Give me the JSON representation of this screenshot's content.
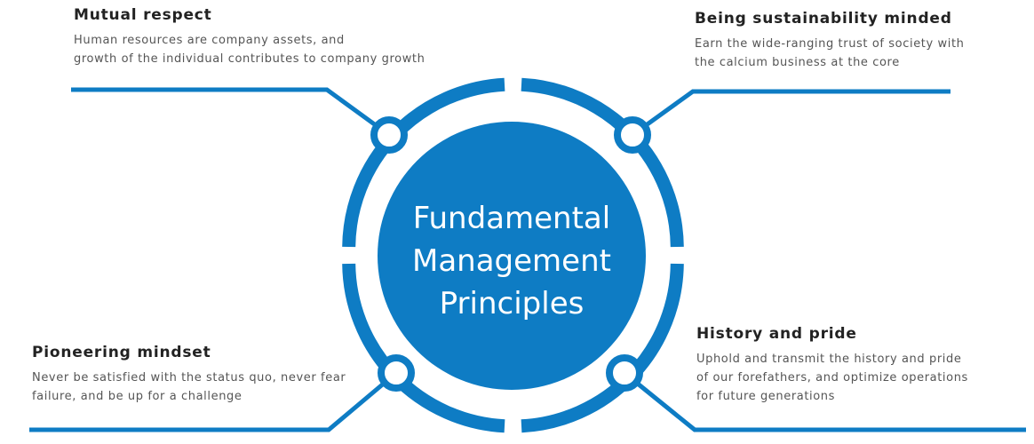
{
  "center": {
    "line1": "Fundamental",
    "line2": "Management",
    "line3": "Principles"
  },
  "principles": [
    {
      "title": "Mutual respect",
      "line1": "Human resources are company assets, and",
      "line2": "growth of the individual contributes to company growth"
    },
    {
      "title": "Being sustainability minded",
      "line1": "Earn the wide-ranging trust of society with",
      "line2": "the calcium business at the core"
    },
    {
      "title": "Pioneering mindset",
      "line1": "Never be satisfied with the status quo, never fear",
      "line2": "failure, and be up for a challenge"
    },
    {
      "title": "History and pride",
      "line1": "Uphold and transmit the history and pride",
      "line2": "of our forefathers, and optimize operations",
      "line3": "for future generations"
    }
  ],
  "colors": {
    "brand_blue": "#0e7cc4",
    "heading": "#222222",
    "body": "#555555"
  }
}
